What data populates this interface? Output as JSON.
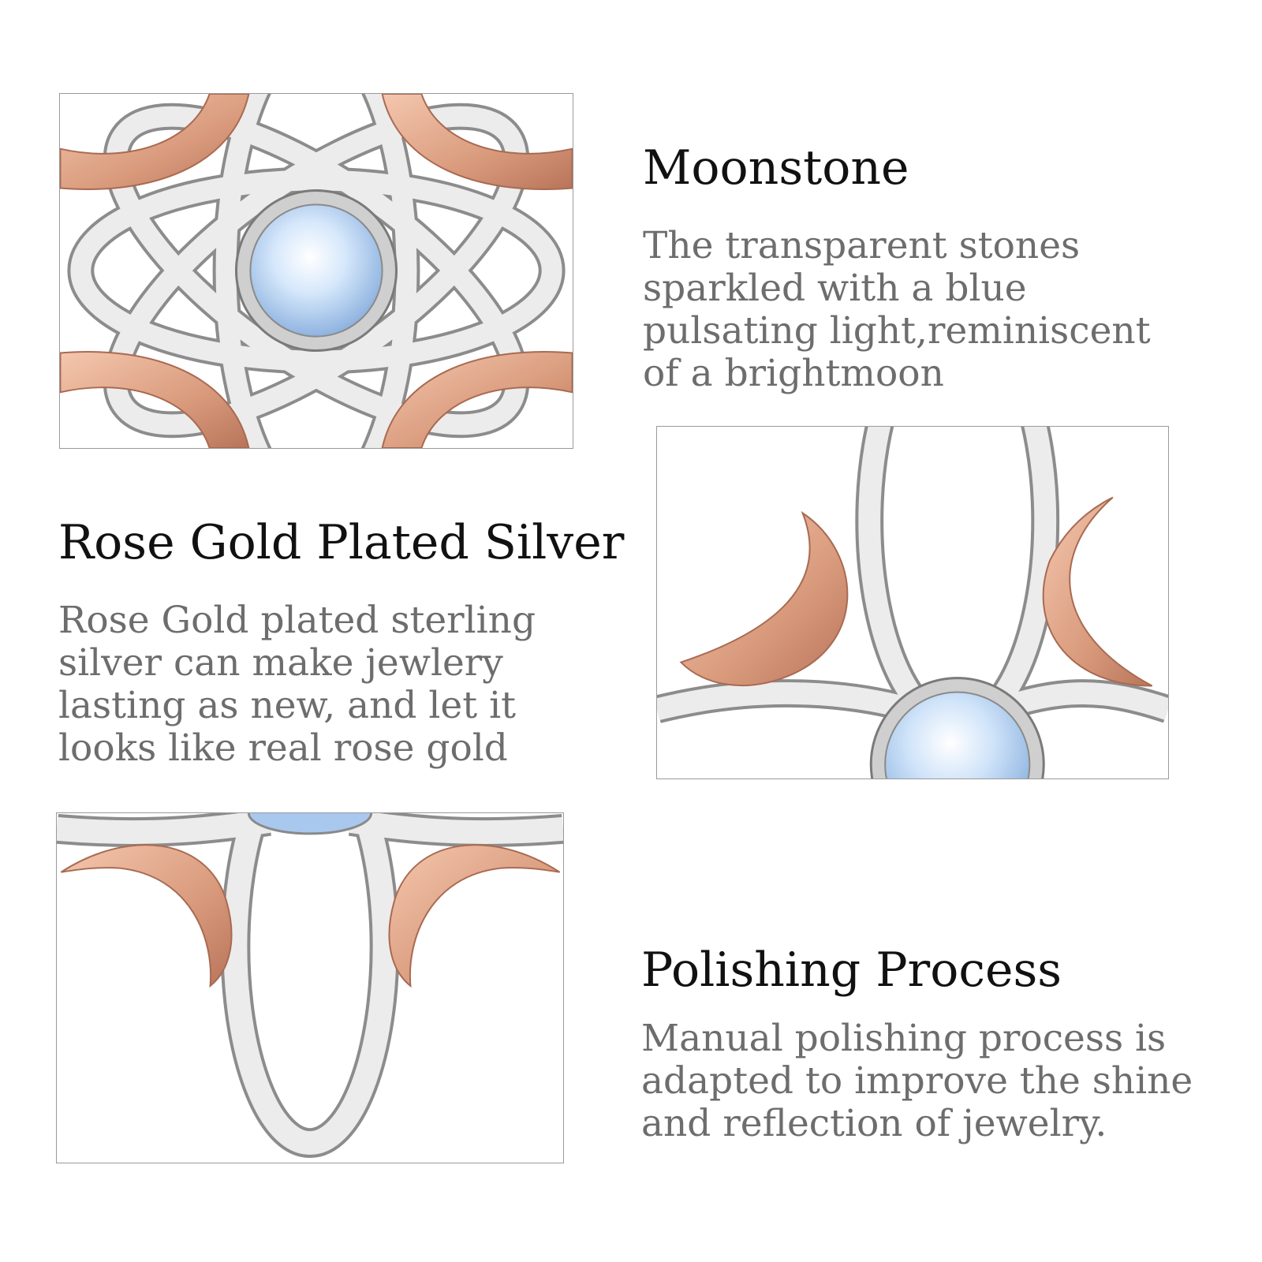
{
  "colors": {
    "heading": "#111111",
    "body_text": "#6d6d6d",
    "panel_border": "#9a9a9a",
    "rose_gold": "#d99a7c",
    "silver": "#dedede",
    "moonstone": "#bcd8f5"
  },
  "sections": {
    "moonstone": {
      "title": "Moonstone",
      "text": "The transparent stones\nsparkled with a blue\npulsating light,reminiscent\nof a brightmoon"
    },
    "rose_gold": {
      "title": "Rose Gold Plated Silver",
      "text": "Rose Gold plated sterling\nsilver can make jewlery\nlasting as new, and let it\nlooks like real rose gold"
    },
    "polishing": {
      "title": "Polishing Process",
      "text": "Manual polishing process is\nadapted to improve the shine\nand reflection of jewelry."
    }
  }
}
